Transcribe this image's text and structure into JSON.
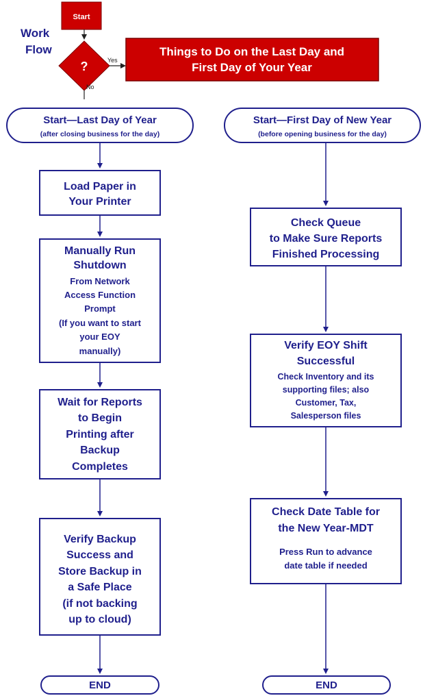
{
  "header": {
    "legend": {
      "start": "Start",
      "work": "Work",
      "flow": "Flow",
      "question": "?",
      "yes": "Yes",
      "no": "No"
    },
    "title_line1": "Things to Do on the Last Day and",
    "title_line2": "First Day of Your Year"
  },
  "left_column": {
    "start_title": "Start—Last Day of Year",
    "start_subtitle": "(after closing business for the day)",
    "step1": [
      "Load Paper in",
      "Your Printer"
    ],
    "step2_title": [
      "Manually Run",
      "Shutdown"
    ],
    "step2_body": [
      "From Network",
      "Access Function",
      "Prompt",
      "(If you want to start",
      "your EOY",
      "manually)"
    ],
    "step3": [
      "Wait for Reports",
      "to Begin",
      "Printing after",
      "Backup",
      "Completes"
    ],
    "step4": [
      "Verify Backup",
      "Success and",
      "Store Backup in",
      "a Safe Place",
      "(if not backing",
      "up to cloud)"
    ],
    "end": "END"
  },
  "right_column": {
    "start_title": "Start—First Day of New Year",
    "start_subtitle": "(before opening business for the day)",
    "step1": [
      "Check Queue",
      "to Make Sure Reports",
      "Finished Processing"
    ],
    "step2_title": [
      "Verify EOY Shift",
      "Successful"
    ],
    "step2_body": [
      "Check Inventory and its",
      "supporting files; also",
      "Customer, Tax,",
      "Salesperson files"
    ],
    "step3_title": [
      "Check Date Table for",
      "the New Year-MDT"
    ],
    "step3_body": [
      "Press Run to advance",
      "date table if needed"
    ],
    "end": "END"
  },
  "colors": {
    "navy": "#1f1f8c",
    "red": "#cc0000",
    "box_fill": "#ffffff"
  }
}
